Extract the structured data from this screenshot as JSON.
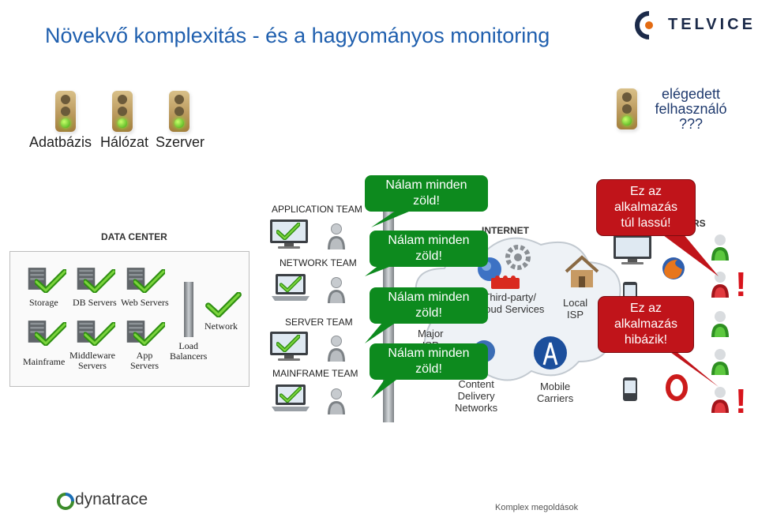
{
  "title": "Növekvő komplexitás  - és a hagyományos monitoring",
  "brand": {
    "name": "TELVICE",
    "accent": "#1b2a49"
  },
  "lights": {
    "labels": [
      "Adatbázis",
      "Hálózat",
      "Szerver"
    ],
    "satisfied_lines": [
      "elégedett",
      "felhasználó",
      "???"
    ]
  },
  "datacenter": {
    "title": "DATA CENTER",
    "row1": [
      "Storage",
      "DB Servers",
      "Web Servers"
    ],
    "mainframe": "Mainframe",
    "middleware": [
      "Middleware",
      "Servers"
    ],
    "app": [
      "App",
      "Servers"
    ],
    "load": [
      "Load",
      "Balancers"
    ],
    "network": "Network"
  },
  "teams": {
    "application": "APPLICATION  TEAM",
    "network": "NETWORK TEAM",
    "server": "SERVER TEAM",
    "mainframe": "MAINFRAME TEAM"
  },
  "green_bubbles": [
    [
      "Nálam minden",
      "zöld!"
    ],
    [
      "Nálam minden",
      "zöld!"
    ],
    [
      "Nálam minden",
      "zöld!"
    ],
    [
      "Nálam minden",
      "zöld!"
    ]
  ],
  "internet": {
    "title": "INTERNET",
    "third_party": [
      "Third-party/",
      "Cloud Services"
    ],
    "local_isp": [
      "Local",
      "ISP"
    ],
    "major": [
      "Major",
      "ISP"
    ],
    "cdn": [
      "Content",
      "Delivery",
      "Networks"
    ],
    "mobile": [
      "Mobile",
      "Carriers"
    ]
  },
  "users_label": "RS",
  "red_bubbles": [
    [
      "Ez az",
      "alkalmazás",
      "túl lassú!"
    ],
    [
      "Ez az",
      "alkalmazás",
      "hibázik!"
    ]
  ],
  "exclamation": "!",
  "footer": {
    "logo": "dynatrace",
    "text": "Komplex megoldások"
  },
  "colors": {
    "title": "#1f5fae",
    "green": "#0d8a1e",
    "red": "#c0141a",
    "check": "#3aa614"
  }
}
